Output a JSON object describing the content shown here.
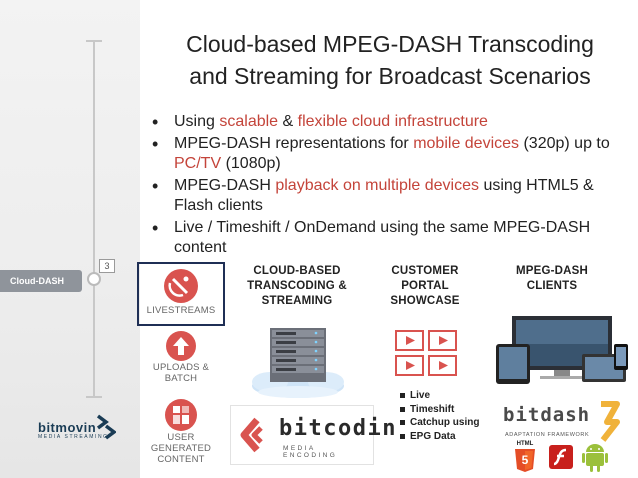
{
  "sidebar": {
    "slide_number": "3",
    "section_label": "Cloud-DASH",
    "logo_word": "bitmovin",
    "logo_sub": "MEDIA STREAMING"
  },
  "slide": {
    "title_line1": "Cloud-based MPEG-DASH Transcoding",
    "title_line2": "and Streaming for Broadcast Scenarios",
    "bullets": {
      "b1_a": "Using ",
      "b1_b": "scalable",
      "b1_c": " & ",
      "b1_d": "flexible cloud infrastructure",
      "b2_a": "MPEG-DASH representations for ",
      "b2_b": "mobile devices",
      "b2_c": " (320p) up to ",
      "b2_d": "PC/TV",
      "b2_e": " (1080p)",
      "b3_a": "MPEG-DASH ",
      "b3_b": "playback on multiple devices",
      "b3_c": " using HTML5 & Flash clients",
      "b4": "Live / Timeshift / OnDemand using the same MPEG-DASH content"
    }
  },
  "tiles": {
    "live": "LIVESTREAMS",
    "uploads_1": "UPLOADS &",
    "uploads_2": "BATCH",
    "ugc_1": "USER GENERATED",
    "ugc_2": "CONTENT"
  },
  "columns": {
    "transcoding_1": "CLOUD-BASED",
    "transcoding_2": "TRANSCODING &",
    "transcoding_3": "STREAMING",
    "portal_1": "CUSTOMER",
    "portal_2": "PORTAL",
    "portal_3": "SHOWCASE",
    "clients_1": "MPEG-DASH",
    "clients_2": "CLIENTS"
  },
  "portal_features": [
    "Live",
    "Timeshift",
    "Catchup using",
    "EPG Data"
  ],
  "brands": {
    "bitcodin_word": "bitcodin",
    "bitcodin_sub": "MEDIA ENCODING",
    "bitdash_word": "bitdash",
    "bitdash_sub": "ADAPTATION FRAMEWORK",
    "html5_label": "HTML",
    "html5_digit": "5"
  },
  "colors": {
    "accent_red": "#c4443a",
    "logo_orange": "#f0b23a",
    "logo_navy": "#1a3c55",
    "android_green": "#9bc03b"
  }
}
